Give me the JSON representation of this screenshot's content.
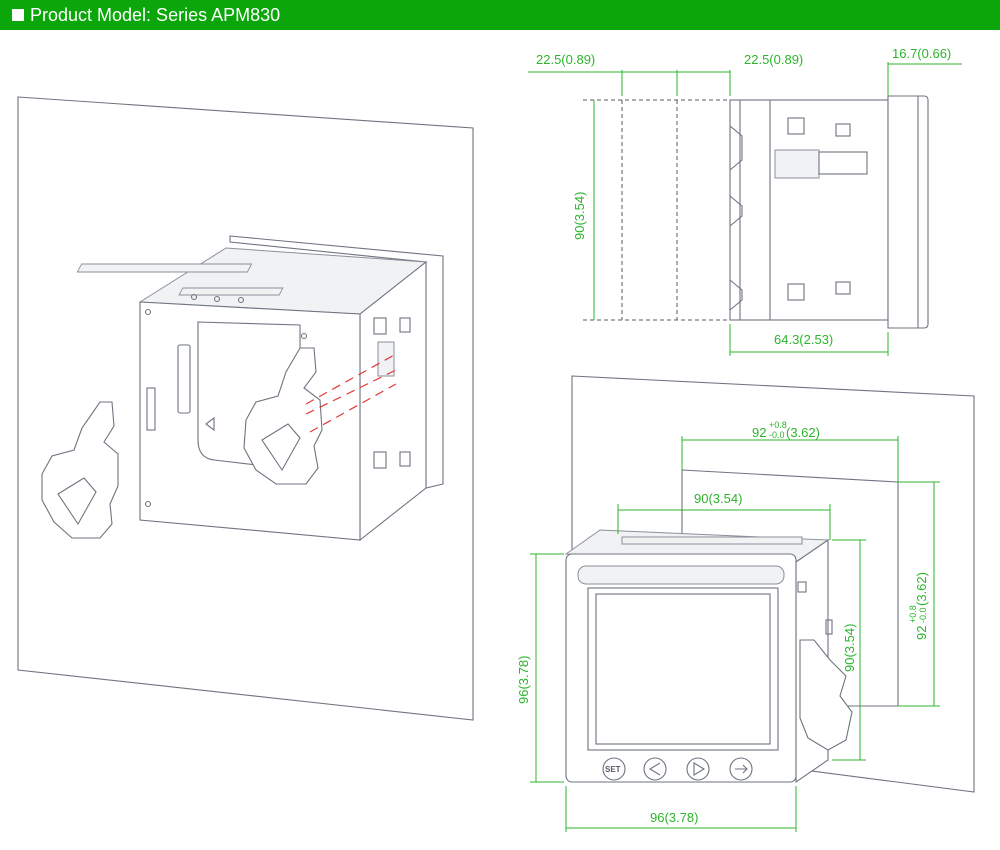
{
  "header": {
    "title": "Product Model: Series APM830"
  },
  "colors": {
    "header_bg": "#0aa60a",
    "dimension": "#2bb52b",
    "line": "#6e7480",
    "alignment": "#e23a3a"
  },
  "dimensions": {
    "depth_left": "22.5(0.89)",
    "depth_mid": "22.5(0.89)",
    "bezel_depth": "16.7(0.66)",
    "side_height": "90(3.54)",
    "body_depth": "64.3(2.53)",
    "cutout_width_base": "92",
    "cutout_tol_plus": "+0.8",
    "cutout_tol_minus": "-0.0",
    "cutout_width_inch": "(3.62)",
    "body_width": "90(3.54)",
    "body_height": "90(3.54)",
    "cutout_height_base": "92",
    "cutout_height_tol_plus": "+0.8",
    "cutout_height_tol_minus": "-0.0",
    "cutout_height_inch": "(3.62)",
    "front_height": "96(3.78)",
    "front_width": "96(3.78)"
  },
  "buttons": {
    "set_label": "SET"
  }
}
